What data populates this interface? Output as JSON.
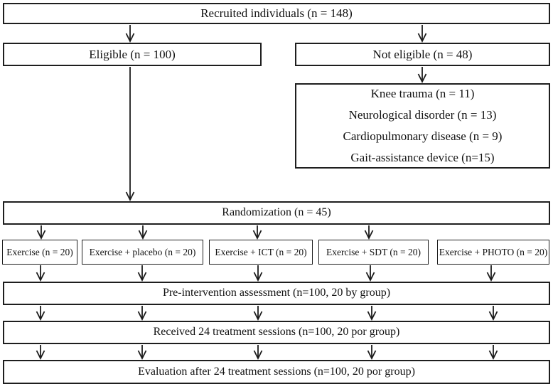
{
  "diagram": {
    "recruited": "Recruited individuals (n = 148)",
    "eligible": "Eligible (n = 100)",
    "not_eligible": "Not eligible (n = 48)",
    "exclusion_reasons": [
      "Knee trauma (n = 11)",
      "Neurological disorder (n = 13)",
      "Cardiopulmonary disease (n = 9)",
      "Gait-assistance device (n=15)"
    ],
    "randomization": "Randomization (n = 45)",
    "groups": [
      "Exercise (n = 20)",
      "Exercise + placebo (n = 20)",
      "Exercise + ICT (n = 20)",
      "Exercise + SDT (n = 20)",
      "Exercise + PHOTO (n = 20)"
    ],
    "pre_intervention": "Pre-intervention assessment (n=100, 20 by group)",
    "received": "Received 24 treatment sessions (n=100, 20 por group)",
    "evaluation": "Evaluation after 24 treatment sessions (n=100, 20 por group)"
  }
}
